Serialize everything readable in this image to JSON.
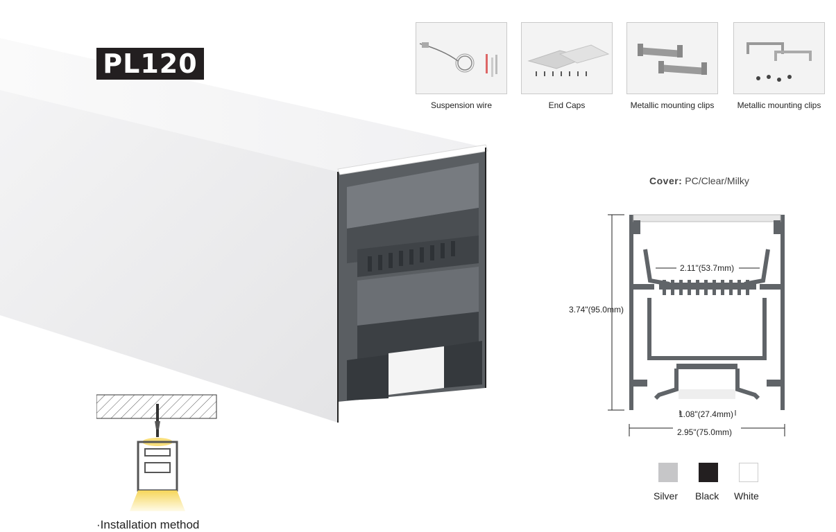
{
  "product": {
    "model": "PL120"
  },
  "accessories": [
    {
      "label": "Suspension wire"
    },
    {
      "label": "End Caps"
    },
    {
      "label": "Metallic mounting clips"
    },
    {
      "label": "Metallic mounting clips"
    }
  ],
  "cover": {
    "heading": "Cover:",
    "value": "PC/Clear/Milky"
  },
  "dimensions": {
    "inner_width": "2.11\"(53.7mm)",
    "height": "3.74\"(95.0mm)",
    "bottom_opening": "1.08\"(27.4mm)",
    "outer_width": "2.95\"(75.0mm)"
  },
  "colors": [
    {
      "label": "Silver",
      "hex": "#c6c6c8"
    },
    {
      "label": "Black",
      "hex": "#231f20"
    },
    {
      "label": "White",
      "hex": "#ffffff"
    }
  ],
  "installation": {
    "label": "·Installation method"
  }
}
